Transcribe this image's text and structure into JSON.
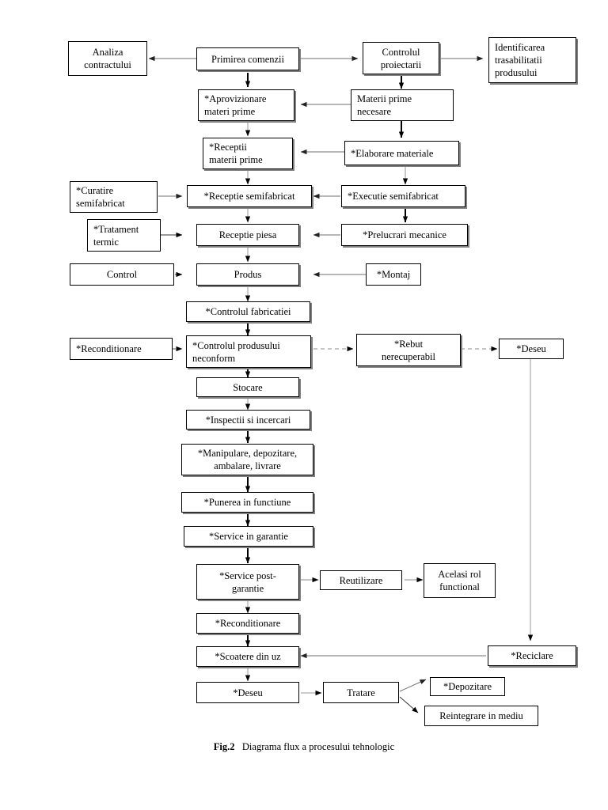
{
  "figure": {
    "caption_label": "Fig.2",
    "caption_text": "Diagrama flux a procesului tehnologic"
  },
  "chart_data": {
    "type": "diagram",
    "title": "Fig.2  Diagrama flux a procesului tehnologic",
    "orientation": "top-to-bottom",
    "node_count": 32,
    "nodes": [
      {
        "id": "analiza-contractului",
        "label": "Analiza contractului"
      },
      {
        "id": "primirea-comenzii",
        "label": "Primirea comenzii"
      },
      {
        "id": "controlul-proiectarii",
        "label": "Controlul proiectarii"
      },
      {
        "id": "identificarea-trasabilitatii",
        "label": "Identificarea trasabilitatii produsului"
      },
      {
        "id": "aprovizionare-materii-prime",
        "label": "*Aprovizionare materi prime"
      },
      {
        "id": "materii-prime-necesare",
        "label": "Materii prime necesare"
      },
      {
        "id": "receptii-materii-prime",
        "label": "*Receptii materii prime"
      },
      {
        "id": "elaborare-materiale",
        "label": "*Elaborare materiale"
      },
      {
        "id": "curatire-semifabricat",
        "label": "*Curatire semifabricat"
      },
      {
        "id": "receptie-semifabricat",
        "label": "*Receptie semifabricat"
      },
      {
        "id": "executie-semifabricat",
        "label": "*Executie semifabricat"
      },
      {
        "id": "tratament-termic",
        "label": "*Tratament termic"
      },
      {
        "id": "receptie-piesa",
        "label": "Receptie piesa"
      },
      {
        "id": "prelucrari-mecanice",
        "label": "*Prelucrari mecanice"
      },
      {
        "id": "control",
        "label": "Control"
      },
      {
        "id": "produs",
        "label": "Produs"
      },
      {
        "id": "montaj",
        "label": "*Montaj"
      },
      {
        "id": "controlul-fabricatiei",
        "label": "*Controlul fabricatiei"
      },
      {
        "id": "reconditionare-1",
        "label": "*Reconditionare"
      },
      {
        "id": "controlul-produsului-neconform",
        "label": "*Controlul produsului neconform"
      },
      {
        "id": "rebut-nerecuperabil",
        "label": "*Rebut nerecuperabil"
      },
      {
        "id": "deseu-1",
        "label": "*Deseu"
      },
      {
        "id": "stocare",
        "label": "Stocare"
      },
      {
        "id": "inspectii-si-incercari",
        "label": "*Inspectii si incercari"
      },
      {
        "id": "manipulare-depozitare",
        "label": "*Manipulare, depozitare, ambalare, livrare"
      },
      {
        "id": "punerea-in-functiune",
        "label": "*Punerea in functiune"
      },
      {
        "id": "service-in-garantie",
        "label": "*Service in garantie"
      },
      {
        "id": "service-post-garantie",
        "label": "*Service post-garantie"
      },
      {
        "id": "reutilizare",
        "label": "Reutilizare"
      },
      {
        "id": "acelasi-rol-functional",
        "label": "Acelasi rol functional"
      },
      {
        "id": "reconditionare-2",
        "label": "*Reconditionare"
      },
      {
        "id": "scoatere-din-uz",
        "label": "*Scoatere din uz"
      },
      {
        "id": "reciclare",
        "label": "*Reciclare"
      },
      {
        "id": "deseu-2",
        "label": "*Deseu"
      },
      {
        "id": "tratare",
        "label": "Tratare"
      },
      {
        "id": "depozitare",
        "label": "*Depozitare"
      },
      {
        "id": "reintegrare-in-mediu",
        "label": "Reintegrare in mediu"
      }
    ],
    "edges": [
      {
        "from": "primirea-comenzii",
        "to": "analiza-contractului"
      },
      {
        "from": "primirea-comenzii",
        "to": "controlul-proiectarii"
      },
      {
        "from": "controlul-proiectarii",
        "to": "identificarea-trasabilitatii"
      },
      {
        "from": "primirea-comenzii",
        "to": "aprovizionare-materii-prime"
      },
      {
        "from": "controlul-proiectarii",
        "to": "materii-prime-necesare"
      },
      {
        "from": "materii-prime-necesare",
        "to": "aprovizionare-materii-prime"
      },
      {
        "from": "aprovizionare-materii-prime",
        "to": "receptii-materii-prime"
      },
      {
        "from": "materii-prime-necesare",
        "to": "elaborare-materiale"
      },
      {
        "from": "elaborare-materiale",
        "to": "receptii-materii-prime"
      },
      {
        "from": "receptii-materii-prime",
        "to": "receptie-semifabricat"
      },
      {
        "from": "curatire-semifabricat",
        "to": "receptie-semifabricat"
      },
      {
        "from": "executie-semifabricat",
        "to": "receptie-semifabricat"
      },
      {
        "from": "elaborare-materiale",
        "to": "executie-semifabricat"
      },
      {
        "from": "receptie-semifabricat",
        "to": "receptie-piesa"
      },
      {
        "from": "tratament-termic",
        "to": "receptie-piesa"
      },
      {
        "from": "prelucrari-mecanice",
        "to": "receptie-piesa"
      },
      {
        "from": "executie-semifabricat",
        "to": "prelucrari-mecanice"
      },
      {
        "from": "receptie-piesa",
        "to": "produs"
      },
      {
        "from": "control",
        "to": "produs"
      },
      {
        "from": "montaj",
        "to": "produs"
      },
      {
        "from": "produs",
        "to": "controlul-fabricatiei"
      },
      {
        "from": "controlul-fabricatiei",
        "to": "controlul-produsului-neconform"
      },
      {
        "from": "reconditionare-1",
        "to": "controlul-produsului-neconform"
      },
      {
        "from": "controlul-produsului-neconform",
        "to": "rebut-nerecuperabil"
      },
      {
        "from": "rebut-nerecuperabil",
        "to": "deseu-1"
      },
      {
        "from": "controlul-produsului-neconform",
        "to": "stocare"
      },
      {
        "from": "stocare",
        "to": "inspectii-si-incercari"
      },
      {
        "from": "inspectii-si-incercari",
        "to": "manipulare-depozitare"
      },
      {
        "from": "manipulare-depozitare",
        "to": "punerea-in-functiune"
      },
      {
        "from": "punerea-in-functiune",
        "to": "service-in-garantie"
      },
      {
        "from": "service-in-garantie",
        "to": "service-post-garantie"
      },
      {
        "from": "service-post-garantie",
        "to": "reutilizare"
      },
      {
        "from": "reutilizare",
        "to": "acelasi-rol-functional"
      },
      {
        "from": "service-post-garantie",
        "to": "reconditionare-2"
      },
      {
        "from": "reconditionare-2",
        "to": "scoatere-din-uz"
      },
      {
        "from": "deseu-1",
        "to": "reciclare"
      },
      {
        "from": "reciclare",
        "to": "scoatere-din-uz"
      },
      {
        "from": "scoatere-din-uz",
        "to": "deseu-2"
      },
      {
        "from": "deseu-2",
        "to": "tratare"
      },
      {
        "from": "tratare",
        "to": "depozitare"
      },
      {
        "from": "tratare",
        "to": "reintegrare-in-mediu"
      }
    ]
  },
  "boxes": {
    "analiza_contractului": {
      "line1": "Analiza",
      "line2": "contractului"
    },
    "primirea_comenzii": {
      "line1": "Primirea comenzii"
    },
    "controlul_proiectarii": {
      "line1": "Controlul",
      "line2": "proiectarii"
    },
    "identificarea_trasabilitatii": {
      "line1": "Identificarea",
      "line2": "trasabilitatii",
      "line3": "produsului"
    },
    "aprovizionare": {
      "line1": "*Aprovizionare",
      "line2": "materi prime"
    },
    "materii_prime_necesare": {
      "line1": "Materii prime",
      "line2": "necesare"
    },
    "receptii_materii_prime": {
      "line1": "*Receptii",
      "line2": "materii prime"
    },
    "elaborare_materiale": {
      "line1": "*Elaborare materiale"
    },
    "curatire_semifabricat": {
      "line1": "*Curatire",
      "line2": "semifabricat"
    },
    "receptie_semifabricat": {
      "line1": "*Receptie semifabricat"
    },
    "executie_semifabricat": {
      "line1": "*Executie semifabricat"
    },
    "tratament_termic": {
      "line1": "*Tratament",
      "line2": "termic"
    },
    "receptie_piesa": {
      "line1": "Receptie piesa"
    },
    "prelucrari_mecanice": {
      "line1": "*Prelucrari mecanice"
    },
    "control": {
      "line1": "Control"
    },
    "produs": {
      "line1": "Produs"
    },
    "montaj": {
      "line1": "*Montaj"
    },
    "controlul_fabricatiei": {
      "line1": "*Controlul fabricatiei"
    },
    "reconditionare_1": {
      "line1": "*Reconditionare"
    },
    "controlul_produsului_neconform": {
      "line1": "*Controlul produsului",
      "line2": "neconform"
    },
    "rebut_nerecuperabil": {
      "line1": "*Rebut",
      "line2": "nerecuperabil"
    },
    "deseu_1": {
      "line1": "*Deseu"
    },
    "stocare": {
      "line1": "Stocare"
    },
    "inspectii_si_incercari": {
      "line1": "*Inspectii si incercari"
    },
    "manipulare": {
      "line1": "*Manipulare, depozitare,",
      "line2": "ambalare, livrare"
    },
    "punerea_in_functiune": {
      "line1": "*Punerea in functiune"
    },
    "service_in_garantie": {
      "line1": "*Service in garantie"
    },
    "service_post_garantie": {
      "line1": "*Service post-",
      "line2": "garantie"
    },
    "reutilizare": {
      "line1": "Reutilizare"
    },
    "acelasi_rol_functional": {
      "line1": "Acelasi rol",
      "line2": "functional"
    },
    "reconditionare_2": {
      "line1": "*Reconditionare"
    },
    "scoatere_din_uz": {
      "line1": "*Scoatere din uz"
    },
    "reciclare": {
      "line1": "*Reciclare"
    },
    "deseu_2": {
      "line1": "*Deseu"
    },
    "tratare": {
      "line1": "Tratare"
    },
    "depozitare": {
      "line1": "*Depozitare"
    },
    "reintegrare_in_mediu": {
      "line1": "Reintegrare in mediu"
    }
  },
  "colors": {
    "line": "#000000",
    "thin_line": "#7a7a7a",
    "shadow": "#808080",
    "background": "#ffffff"
  }
}
